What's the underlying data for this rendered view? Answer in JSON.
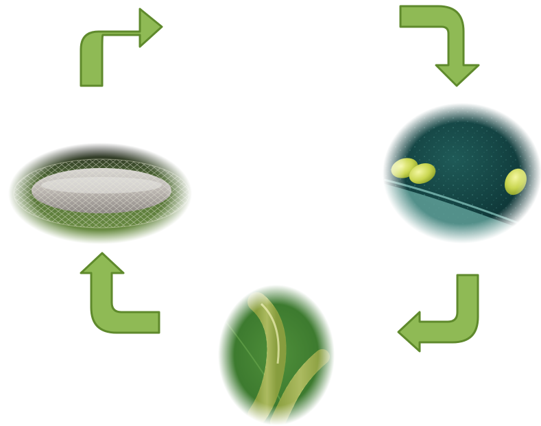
{
  "diagram": {
    "type": "life-cycle",
    "stages": [
      {
        "id": "eggs",
        "image": "eggs-photo"
      },
      {
        "id": "larvae",
        "image": "caterpillar-photo"
      },
      {
        "id": "pupa",
        "image": "cocoon-photo"
      }
    ],
    "flow": [
      "pupa",
      "eggs",
      "larvae",
      "pupa"
    ],
    "colors": {
      "arrow_fill": "#8fba55",
      "arrow_stroke": "#5f8a2c",
      "background": "#ffffff"
    }
  }
}
